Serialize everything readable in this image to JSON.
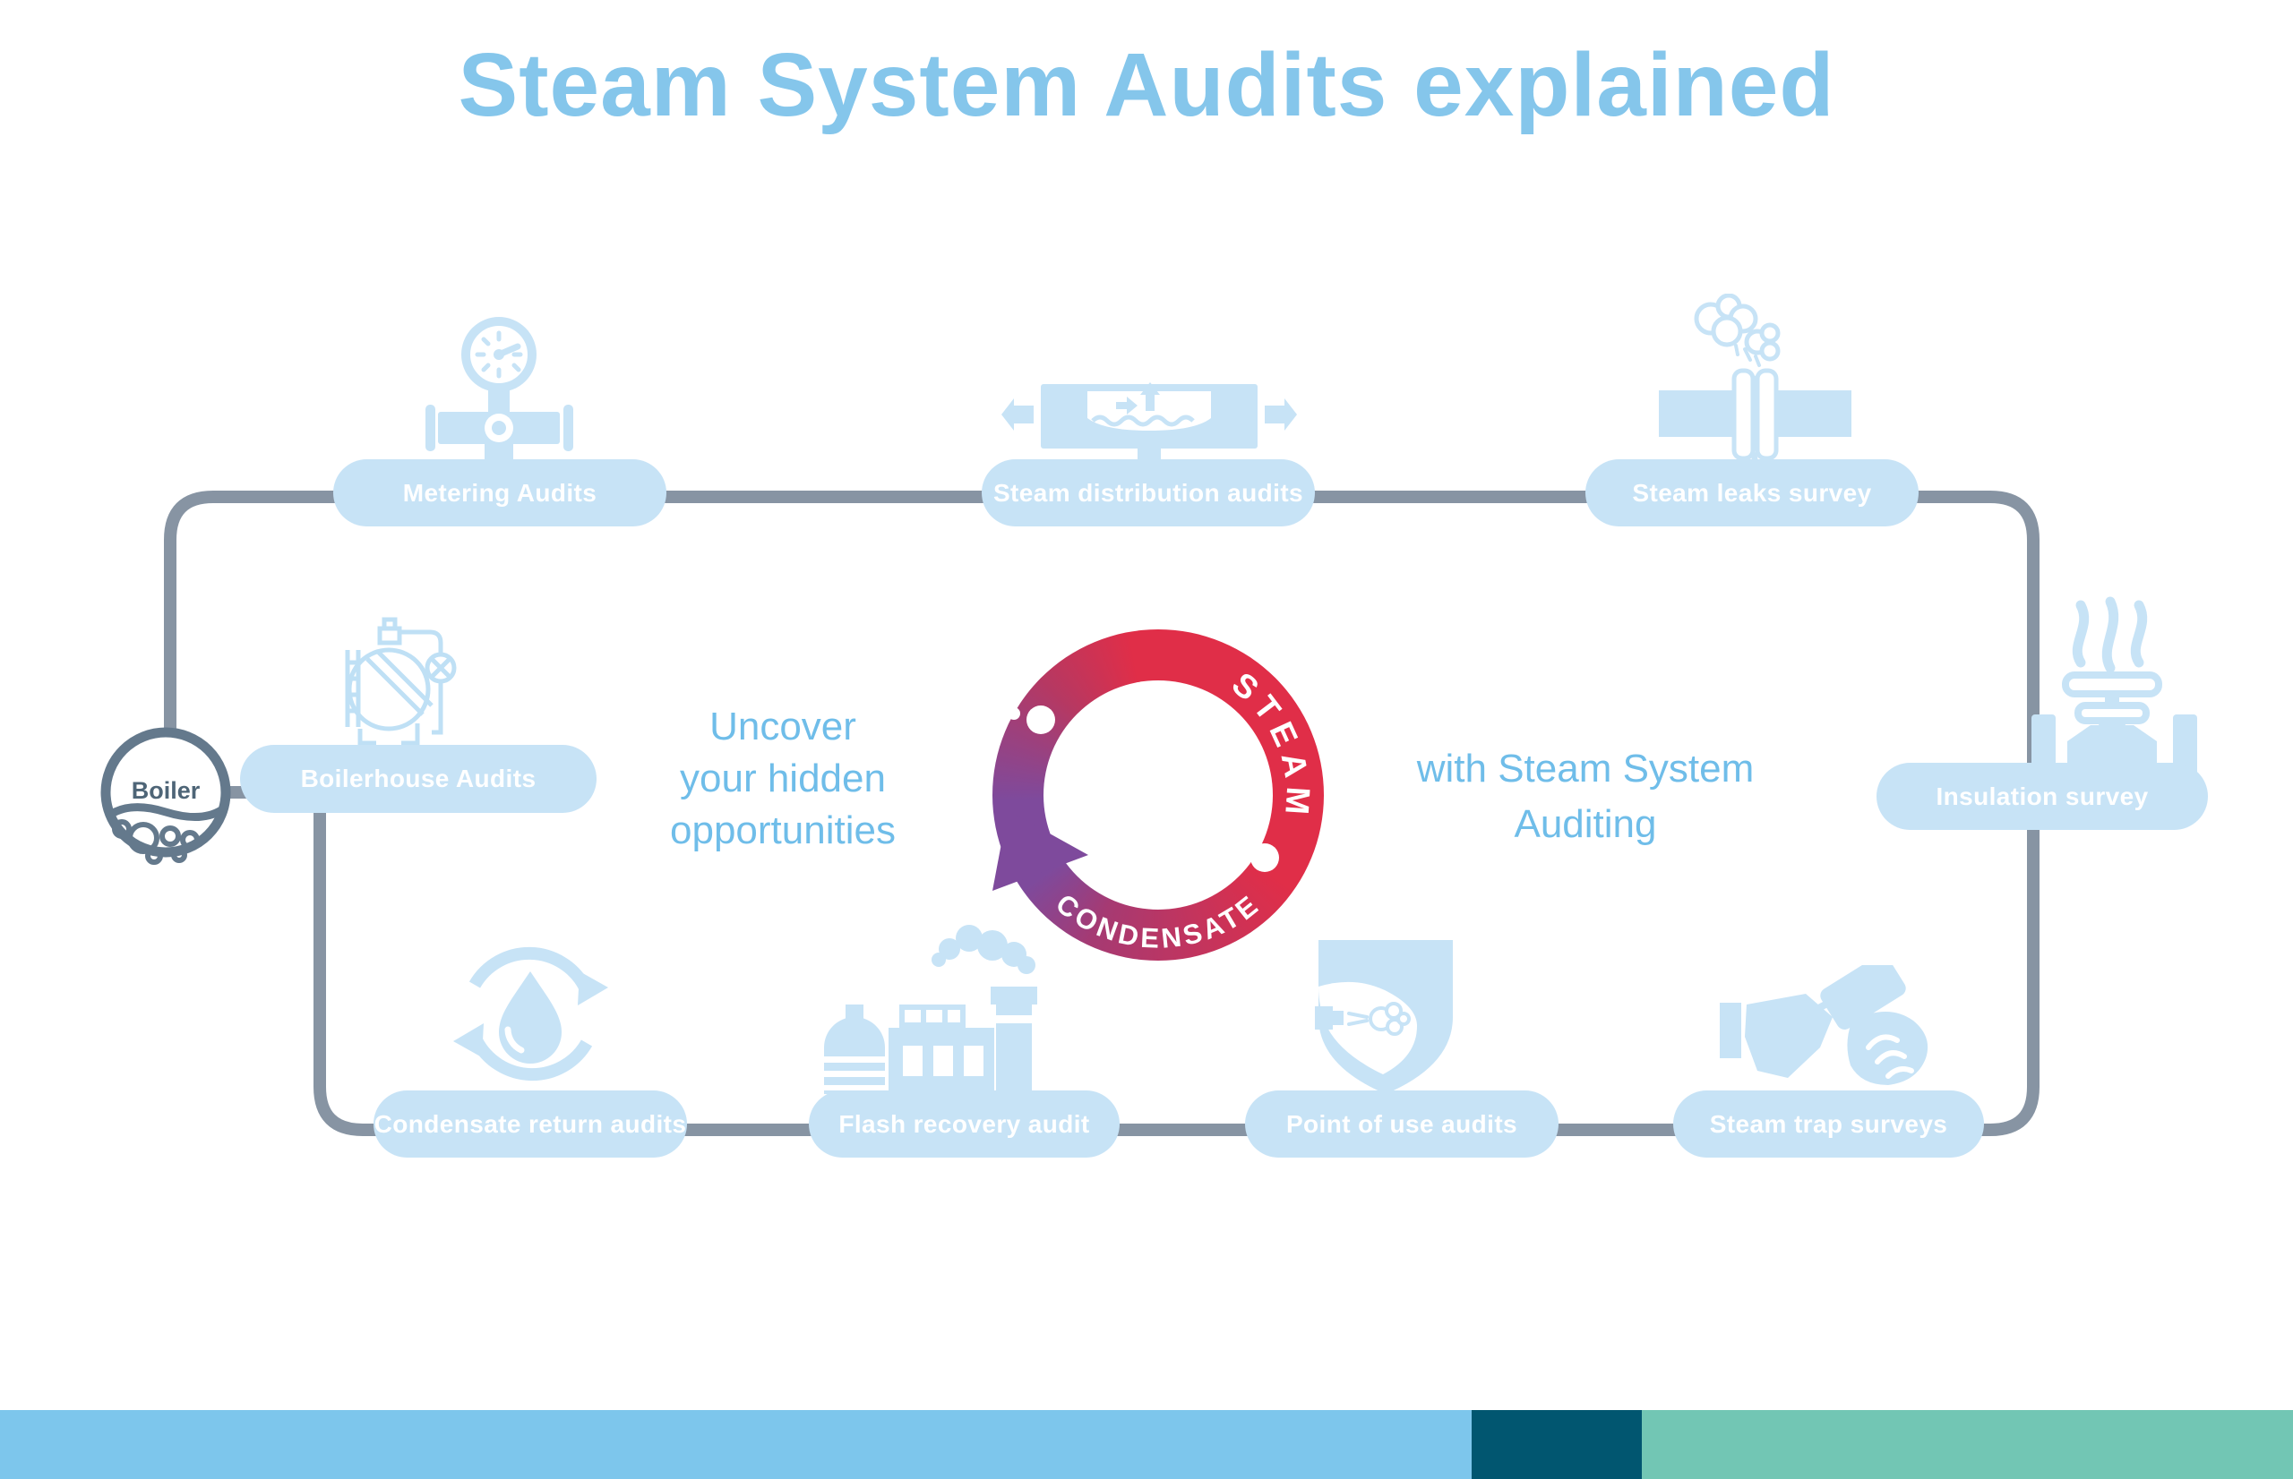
{
  "title": "Steam System Audits explained",
  "boiler": {
    "label": "Boiler"
  },
  "cycle": {
    "steam_label": "STEAM",
    "condensate_label": "CONDENSATE"
  },
  "left_message": {
    "lines": [
      "Uncover",
      "your hidden",
      "opportunities"
    ]
  },
  "right_message": {
    "lines": [
      "with Steam System",
      "Auditing"
    ]
  },
  "audits": [
    {
      "id": "metering",
      "label": "Metering Audits",
      "icon": "pressure-gauge-icon"
    },
    {
      "id": "steam-distribution",
      "label": "Steam distribution audits",
      "icon": "separator-pipe-icon"
    },
    {
      "id": "steam-leaks",
      "label": "Steam leaks survey",
      "icon": "leaking-flange-icon"
    },
    {
      "id": "insulation",
      "label": "Insulation survey",
      "icon": "hot-valve-icon"
    },
    {
      "id": "steam-trap",
      "label": "Steam trap surveys",
      "icon": "trap-tester-icon"
    },
    {
      "id": "point-of-use",
      "label": "Point of use audits",
      "icon": "shield-steam-icon"
    },
    {
      "id": "flash-recovery",
      "label": "Flash recovery audit",
      "icon": "factory-icon"
    },
    {
      "id": "condensate-return",
      "label": "Condensate return audits",
      "icon": "recycle-droplet-icon"
    },
    {
      "id": "boilerhouse",
      "label": "Boilerhouse Audits",
      "icon": "boiler-outline-icon"
    }
  ],
  "colors": {
    "title_blue": "#85C6EB",
    "message_blue": "#6FBDE9",
    "pill_blue": "#C7E3F6",
    "pill_text": "#FFFFFF",
    "pipe_gray": "#8794A3",
    "boiler_outline": "#64798C",
    "boiler_text": "#4E6577",
    "cycle_red": "#E02E48",
    "cycle_purple": "#7E4A9C",
    "bar_light_blue": "#7DC6EC",
    "bar_dark_teal": "#015670",
    "bar_green": "#72C6B4"
  }
}
